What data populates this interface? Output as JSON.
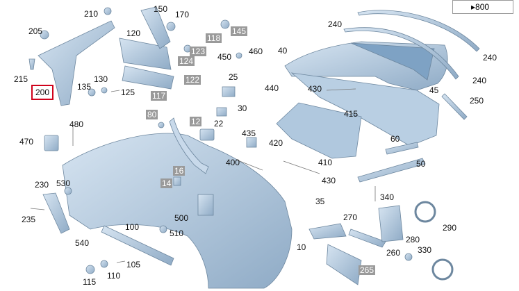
{
  "nav_button": {
    "label": "▸800"
  },
  "parts": [
    {
      "id": "p210",
      "text": "210",
      "style": "plain"
    },
    {
      "id": "p150",
      "text": "150",
      "style": "plain"
    },
    {
      "id": "p170",
      "text": "170",
      "style": "plain"
    },
    {
      "id": "p205",
      "text": "205",
      "style": "plain"
    },
    {
      "id": "p120",
      "text": "120",
      "style": "plain"
    },
    {
      "id": "p118",
      "text": "118",
      "style": "grey"
    },
    {
      "id": "p145",
      "text": "145",
      "style": "grey"
    },
    {
      "id": "p123",
      "text": "123",
      "style": "grey"
    },
    {
      "id": "p124",
      "text": "124",
      "style": "grey"
    },
    {
      "id": "p450",
      "text": "450",
      "style": "plain"
    },
    {
      "id": "p460",
      "text": "460",
      "style": "plain"
    },
    {
      "id": "p40",
      "text": "40",
      "style": "plain"
    },
    {
      "id": "p240a",
      "text": "240",
      "style": "plain"
    },
    {
      "id": "p240b",
      "text": "240",
      "style": "plain"
    },
    {
      "id": "p240c",
      "text": "240",
      "style": "plain"
    },
    {
      "id": "p215",
      "text": "215",
      "style": "plain"
    },
    {
      "id": "p130",
      "text": "130",
      "style": "plain"
    },
    {
      "id": "p135",
      "text": "135",
      "style": "plain"
    },
    {
      "id": "p125",
      "text": "125",
      "style": "plain"
    },
    {
      "id": "p122",
      "text": "122",
      "style": "grey"
    },
    {
      "id": "p25",
      "text": "25",
      "style": "plain"
    },
    {
      "id": "p200",
      "text": "200",
      "style": "selected"
    },
    {
      "id": "p117",
      "text": "117",
      "style": "grey"
    },
    {
      "id": "p440",
      "text": "440",
      "style": "plain"
    },
    {
      "id": "p430a",
      "text": "430",
      "style": "plain"
    },
    {
      "id": "p45",
      "text": "45",
      "style": "plain"
    },
    {
      "id": "p250",
      "text": "250",
      "style": "plain"
    },
    {
      "id": "p30",
      "text": "30",
      "style": "plain"
    },
    {
      "id": "p80",
      "text": "80",
      "style": "grey"
    },
    {
      "id": "p12",
      "text": "12",
      "style": "grey"
    },
    {
      "id": "p22",
      "text": "22",
      "style": "plain"
    },
    {
      "id": "p415",
      "text": "415",
      "style": "plain"
    },
    {
      "id": "p480",
      "text": "480",
      "style": "plain"
    },
    {
      "id": "p435",
      "text": "435",
      "style": "plain"
    },
    {
      "id": "p470",
      "text": "470",
      "style": "plain"
    },
    {
      "id": "p420",
      "text": "420",
      "style": "plain"
    },
    {
      "id": "p60",
      "text": "60",
      "style": "plain"
    },
    {
      "id": "p400",
      "text": "400",
      "style": "plain"
    },
    {
      "id": "p410",
      "text": "410",
      "style": "plain"
    },
    {
      "id": "p50",
      "text": "50",
      "style": "plain"
    },
    {
      "id": "p16",
      "text": "16",
      "style": "grey"
    },
    {
      "id": "p430b",
      "text": "430",
      "style": "plain"
    },
    {
      "id": "p230",
      "text": "230",
      "style": "plain"
    },
    {
      "id": "p530",
      "text": "530",
      "style": "plain"
    },
    {
      "id": "p14",
      "text": "14",
      "style": "grey"
    },
    {
      "id": "p340",
      "text": "340",
      "style": "plain"
    },
    {
      "id": "p35",
      "text": "35",
      "style": "plain"
    },
    {
      "id": "p235",
      "text": "235",
      "style": "plain"
    },
    {
      "id": "p500",
      "text": "500",
      "style": "plain"
    },
    {
      "id": "p270",
      "text": "270",
      "style": "plain"
    },
    {
      "id": "p290",
      "text": "290",
      "style": "plain"
    },
    {
      "id": "p100",
      "text": "100",
      "style": "plain"
    },
    {
      "id": "p510",
      "text": "510",
      "style": "plain"
    },
    {
      "id": "p540",
      "text": "540",
      "style": "plain"
    },
    {
      "id": "p280",
      "text": "280",
      "style": "plain"
    },
    {
      "id": "p10",
      "text": "10",
      "style": "plain"
    },
    {
      "id": "p260",
      "text": "260",
      "style": "plain"
    },
    {
      "id": "p330",
      "text": "330",
      "style": "plain"
    },
    {
      "id": "p105",
      "text": "105",
      "style": "plain"
    },
    {
      "id": "p265",
      "text": "265",
      "style": "grey"
    },
    {
      "id": "p110",
      "text": "110",
      "style": "plain"
    },
    {
      "id": "p115",
      "text": "115",
      "style": "plain"
    }
  ],
  "colors": {
    "part_fill": "#a9c3dc",
    "part_edge": "#6d879f",
    "part_light": "#d3e2ef",
    "selected": "#d0021b",
    "grey_tag": "#9a9a9a"
  }
}
